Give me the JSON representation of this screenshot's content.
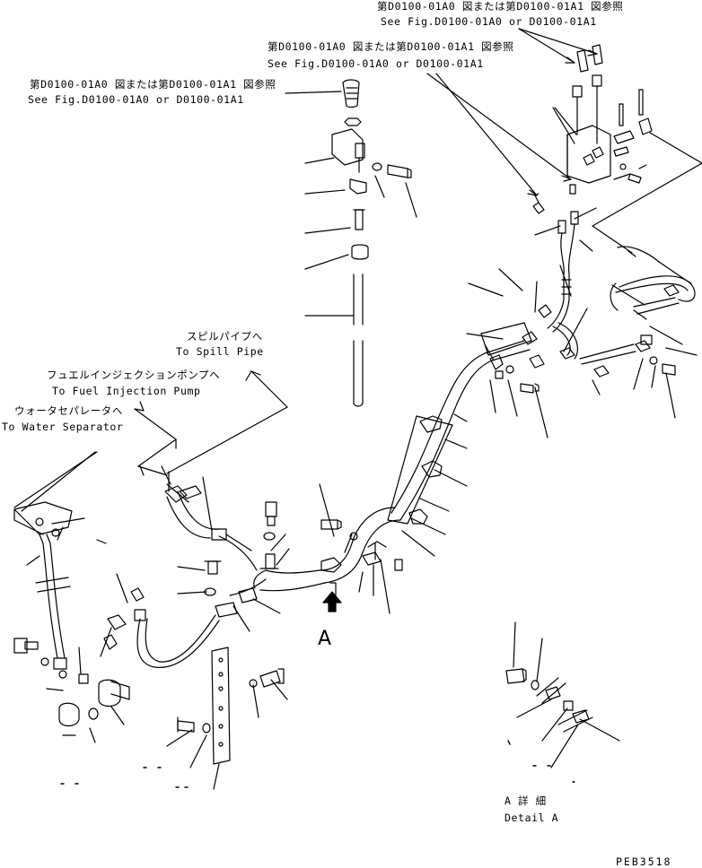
{
  "callouts": {
    "top_right_jp": "第D0100-01A0 図または第D0100-01A1 図参照",
    "top_right_en": "See Fig.D0100-01A0 or D0100-01A1",
    "mid_right_jp": "第D0100-01A0 図または第D0100-01A1 図参照",
    "mid_right_en": "See Fig.D0100-01A0 or D0100-01A1",
    "left_jp": "第D0100-01A0 図または第D0100-01A1 図参照",
    "left_en": "See Fig.D0100-01A0 or D0100-01A1",
    "spill_jp": "スピルパイプへ",
    "spill_en": "To Spill Pipe",
    "fuel_jp": "フュエルインジェクションポンプへ",
    "fuel_en": "To Fuel Injection Pump",
    "water_jp": "ウォータセパレータへ",
    "water_en": "To Water Separator"
  },
  "view_marker": "A",
  "detail": {
    "jp": "A 詳 細",
    "en": "Detail A"
  },
  "figure_code": "PEB3518"
}
